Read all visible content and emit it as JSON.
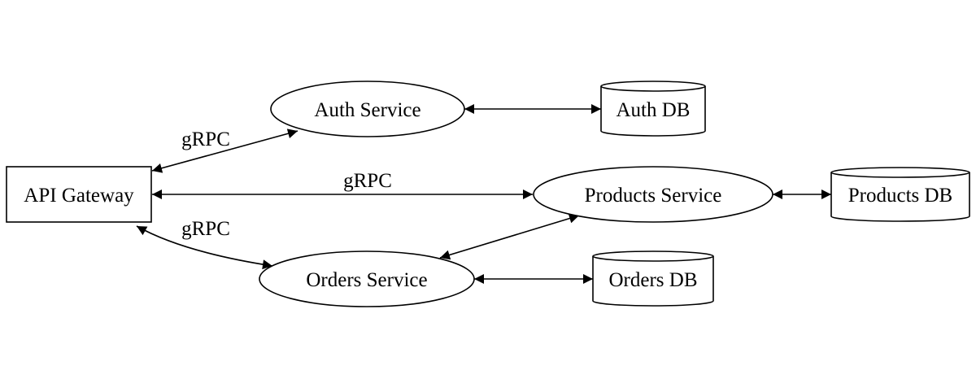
{
  "nodes": {
    "gateway": {
      "label": "API Gateway",
      "shape": "box"
    },
    "auth": {
      "label": "Auth Service",
      "shape": "ellipse"
    },
    "products": {
      "label": "Products Service",
      "shape": "ellipse"
    },
    "orders": {
      "label": "Orders Service",
      "shape": "ellipse"
    },
    "auth_db": {
      "label": "Auth DB",
      "shape": "cylinder"
    },
    "products_db": {
      "label": "Products DB",
      "shape": "cylinder"
    },
    "orders_db": {
      "label": "Orders DB",
      "shape": "cylinder"
    }
  },
  "edges": [
    {
      "from": "API Gateway",
      "to": "Auth Service",
      "label": "gRPC",
      "direction": "both"
    },
    {
      "from": "API Gateway",
      "to": "Products Service",
      "label": "gRPC",
      "direction": "both"
    },
    {
      "from": "API Gateway",
      "to": "Orders Service",
      "label": "gRPC",
      "direction": "both"
    },
    {
      "from": "Auth Service",
      "to": "Auth DB",
      "label": "",
      "direction": "both"
    },
    {
      "from": "Products Service",
      "to": "Products DB",
      "label": "",
      "direction": "both"
    },
    {
      "from": "Orders Service",
      "to": "Orders DB",
      "label": "",
      "direction": "both"
    },
    {
      "from": "Products Service",
      "to": "Orders Service",
      "label": "",
      "direction": "both"
    }
  ],
  "edge_labels": {
    "gateway_auth": "gRPC",
    "gateway_products": "gRPC",
    "gateway_orders": "gRPC"
  }
}
